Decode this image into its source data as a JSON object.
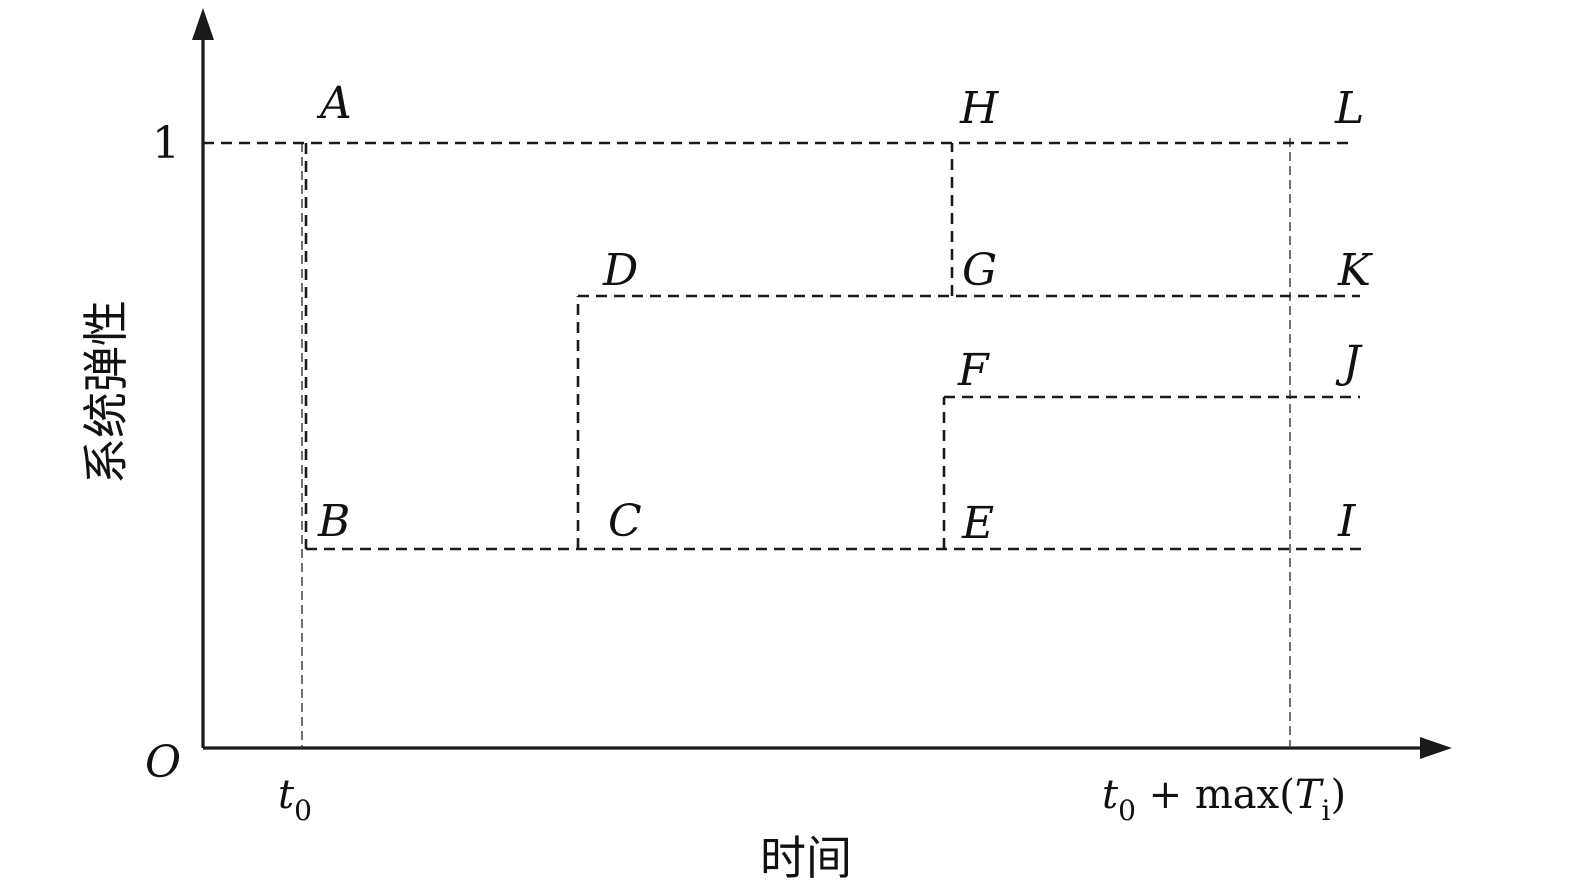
{
  "origin_label": "O",
  "y_tick_label": "1",
  "y_axis_label": "系统弹性",
  "x_axis_label": "时间",
  "x_tick_t0": {
    "base": "t",
    "sub": "0"
  },
  "x_tick_end": {
    "pre_base": "t",
    "pre_sub": "0",
    "plus": " + max(",
    "T": "T",
    "T_sub": "i",
    "close": ")"
  },
  "points": {
    "A": "A",
    "B": "B",
    "C": "C",
    "D": "D",
    "E": "E",
    "F": "F",
    "G": "G",
    "H": "H",
    "I": "I",
    "J": "J",
    "K": "K",
    "L": "L"
  }
}
